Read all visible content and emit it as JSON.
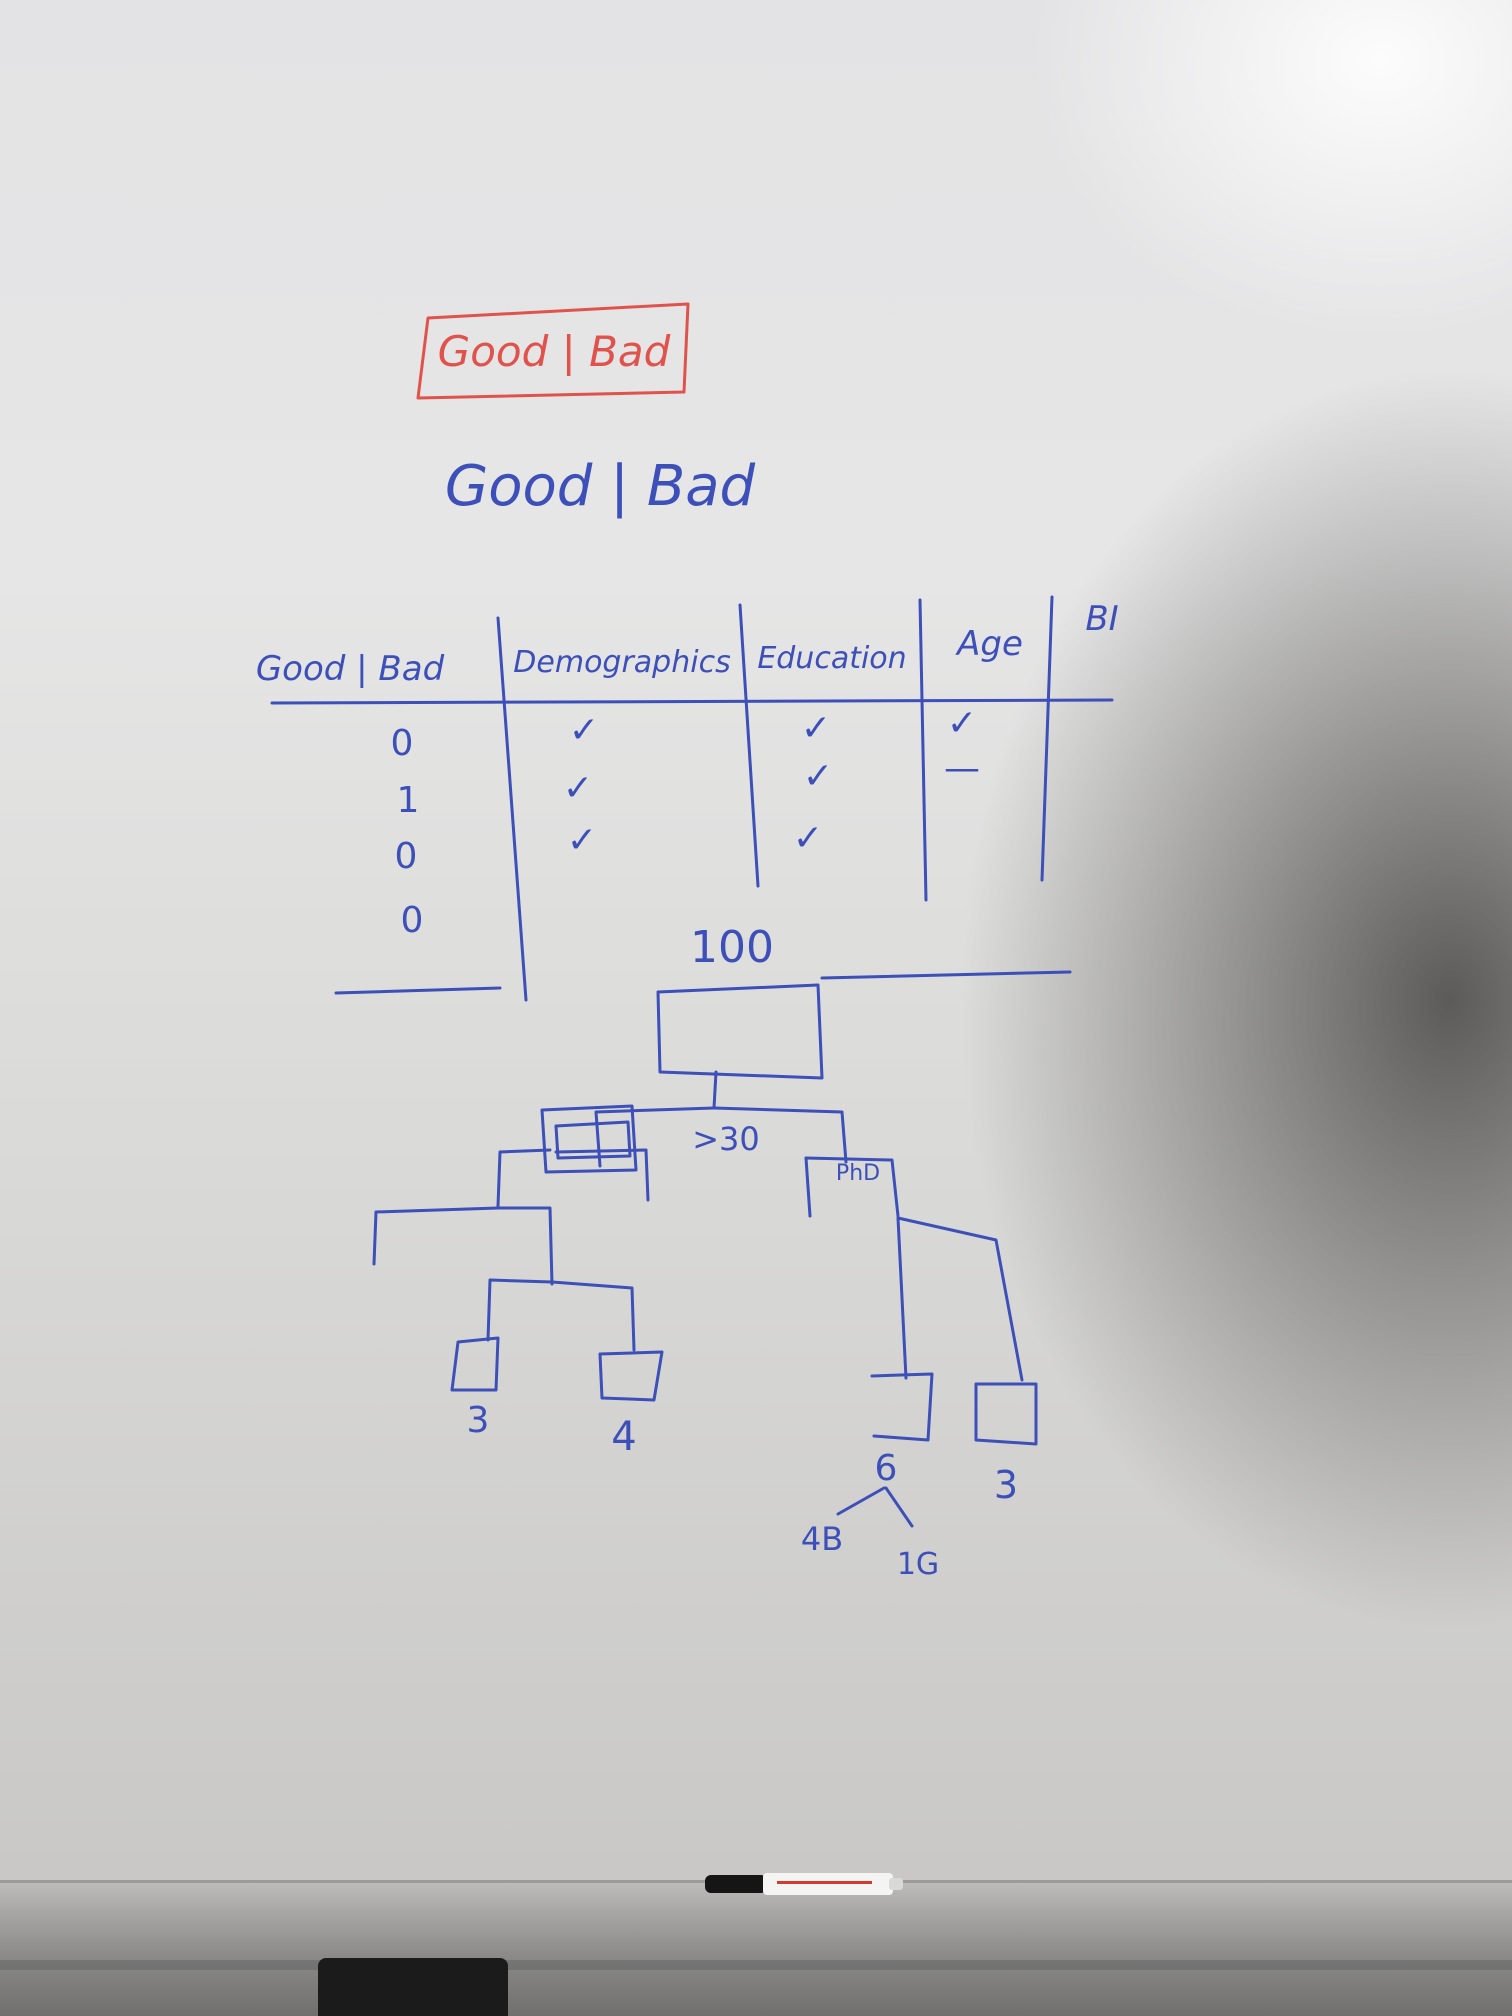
{
  "colors": {
    "blue_ink": "#3d4fb8",
    "red_ink": "#e0534c",
    "board": "#e4e4e4"
  },
  "board": {
    "red_title": "Good | Bad",
    "blue_title": "Good | Bad"
  },
  "table": {
    "headers": [
      "Good | Bad",
      "Demographics",
      "Education",
      "Age",
      "BI"
    ],
    "rows": [
      [
        "0",
        "✓",
        "✓",
        "✓",
        ""
      ],
      [
        "1",
        "✓",
        "✓",
        "—",
        ""
      ],
      [
        "0",
        "✓",
        "✓",
        "",
        ""
      ],
      [
        "0",
        "",
        "",
        "",
        ""
      ]
    ]
  },
  "tree": {
    "root_count": "100",
    "split_age": ">30",
    "split_edu": "PhD",
    "leaf_left_1": "3",
    "leaf_left_2": "4",
    "leaf_right_1": "6",
    "leaf_right_2": "3",
    "sub_b": "4B",
    "sub_g": "1G"
  }
}
